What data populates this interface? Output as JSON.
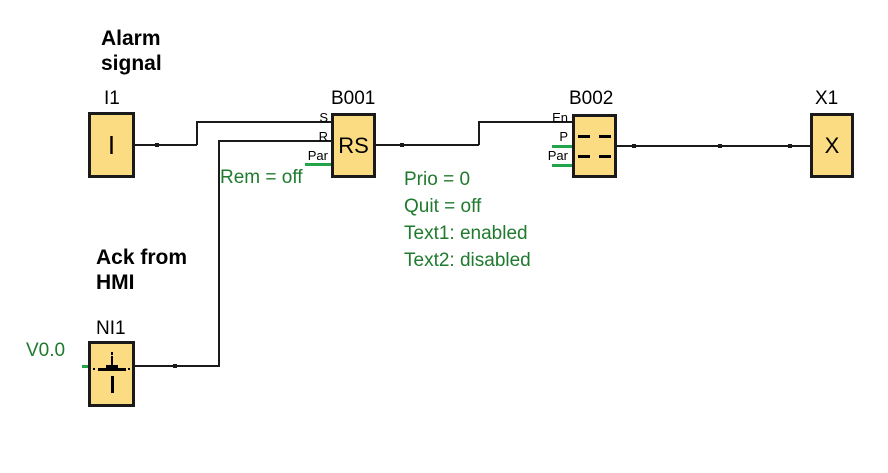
{
  "diagram": {
    "title_comments": [
      {
        "id": "alarm-signal",
        "text": "Alarm\nsignal"
      },
      {
        "id": "ack-from-hmi",
        "text": "Ack from\nHMI"
      }
    ],
    "blocks": [
      {
        "id": "I1",
        "name": "I1",
        "glyph": "I",
        "kind": "digital-input"
      },
      {
        "id": "NI1",
        "name": "NI1",
        "glyph": "",
        "kind": "network-input"
      },
      {
        "id": "B001",
        "name": "B001",
        "glyph": "RS",
        "kind": "rs-latch"
      },
      {
        "id": "B002",
        "name": "B002",
        "glyph": "",
        "kind": "message-text"
      },
      {
        "id": "X1",
        "name": "X1",
        "glyph": "X",
        "kind": "open-connector"
      }
    ],
    "pins": {
      "b001": [
        "S",
        "R",
        "Par"
      ],
      "b002": [
        "En",
        "P",
        "Par"
      ]
    },
    "parameters": {
      "rem": "Rem = off",
      "v_address": "V0.0",
      "b002_block": "Prio = 0\nQuit = off\nText1: enabled\nText2: disabled"
    },
    "b002_cells": [
      [
        "--",
        "--"
      ],
      [
        "--",
        "--"
      ]
    ],
    "colors": {
      "block_fill": "#FBDC82",
      "block_border": "#1a1a1a",
      "wire": "#1a1a1a",
      "green_text": "#1F7A2E",
      "green_wire": "#23A44B",
      "background": "#ffffff"
    }
  }
}
